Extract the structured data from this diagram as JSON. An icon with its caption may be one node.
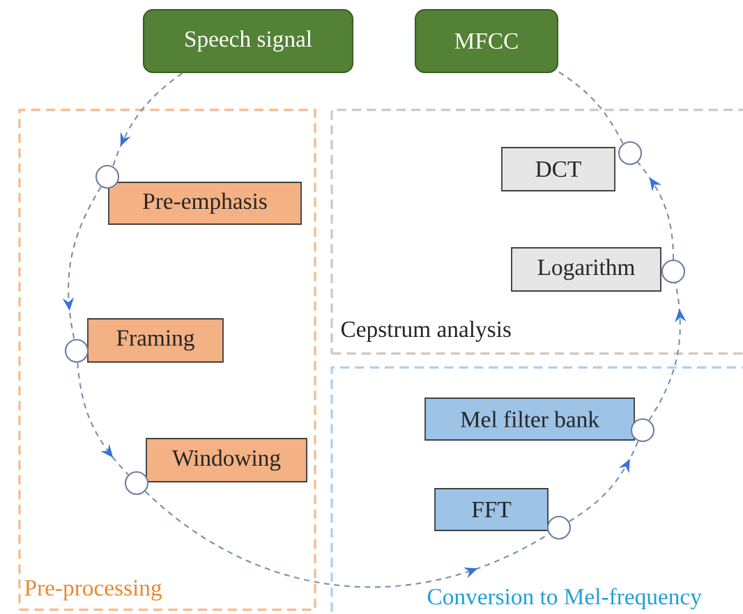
{
  "diagram": {
    "nodes": [
      {
        "text": [
          "Speech signal"
        ]
      },
      {
        "text": [
          "MFCC"
        ]
      },
      {
        "text": [
          "Pre-processing"
        ]
      },
      {
        "text": [
          "Pre-emphasis"
        ],
        "in": 2
      },
      {
        "text": [],
        "shape": "circle",
        "in": 2
      },
      {
        "text": [
          "Framing"
        ],
        "in": 2
      },
      {
        "text": [],
        "shape": "circle",
        "in": 2
      },
      {
        "text": [
          "Windowing"
        ],
        "in": 2
      },
      {
        "text": [],
        "shape": "circle",
        "in": 2
      },
      {
        "text": [
          "Cepstrum analysis"
        ]
      },
      {
        "text": [
          "DCT"
        ],
        "in": 9
      },
      {
        "text": [],
        "shape": "circle",
        "in": 9
      },
      {
        "text": [
          "Logarithm"
        ],
        "in": 9
      },
      {
        "text": [],
        "shape": "circle",
        "in": 9
      },
      {
        "text": [
          "Conversion to Mel-frequency"
        ]
      },
      {
        "text": [
          "Mel filter bank"
        ],
        "in": 14
      },
      {
        "text": [],
        "shape": "circle",
        "in": 14
      },
      {
        "text": [
          "FFT"
        ],
        "in": 14
      },
      {
        "text": [],
        "shape": "circle",
        "in": 14
      }
    ],
    "edges": [
      {
        "from": 0,
        "to": 4,
        "arrow": "to"
      },
      {
        "from": 4,
        "to": 6,
        "arrow": "to"
      },
      {
        "from": 6,
        "to": 8,
        "arrow": "to"
      },
      {
        "from": 8,
        "to": 18,
        "arrow": "to"
      },
      {
        "from": 18,
        "to": 16,
        "arrow": "to"
      },
      {
        "from": 16,
        "to": 13,
        "arrow": "to"
      },
      {
        "from": 13,
        "to": 11,
        "arrow": "to"
      },
      {
        "from": 11,
        "to": 1,
        "arrow": "none"
      }
    ]
  }
}
